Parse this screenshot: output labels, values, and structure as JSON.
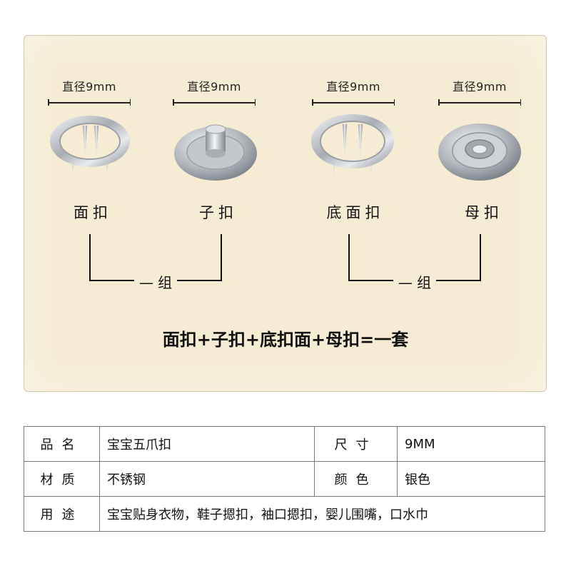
{
  "diagram": {
    "dimension_label": "直径9mm",
    "parts": [
      "面扣",
      "子扣",
      "底面扣",
      "母扣"
    ],
    "group_label": "组",
    "formula": "面扣+子扣+底扣面+母扣=一套"
  },
  "spec_table": {
    "rows": [
      {
        "label": "品名",
        "value": "宝宝五爪扣",
        "label2": "尺寸",
        "value2": "9MM"
      },
      {
        "label": "材质",
        "value": "不锈钢",
        "label2": "颜色",
        "value2": "银色"
      },
      {
        "label": "用途",
        "value": "宝宝贴身衣物，鞋子摁扣，袖口摁扣，婴儿围嘴，口水巾"
      }
    ]
  },
  "colors": {
    "panel_background": "#f6ecd3",
    "metal_silver": "#c9cdd2"
  }
}
